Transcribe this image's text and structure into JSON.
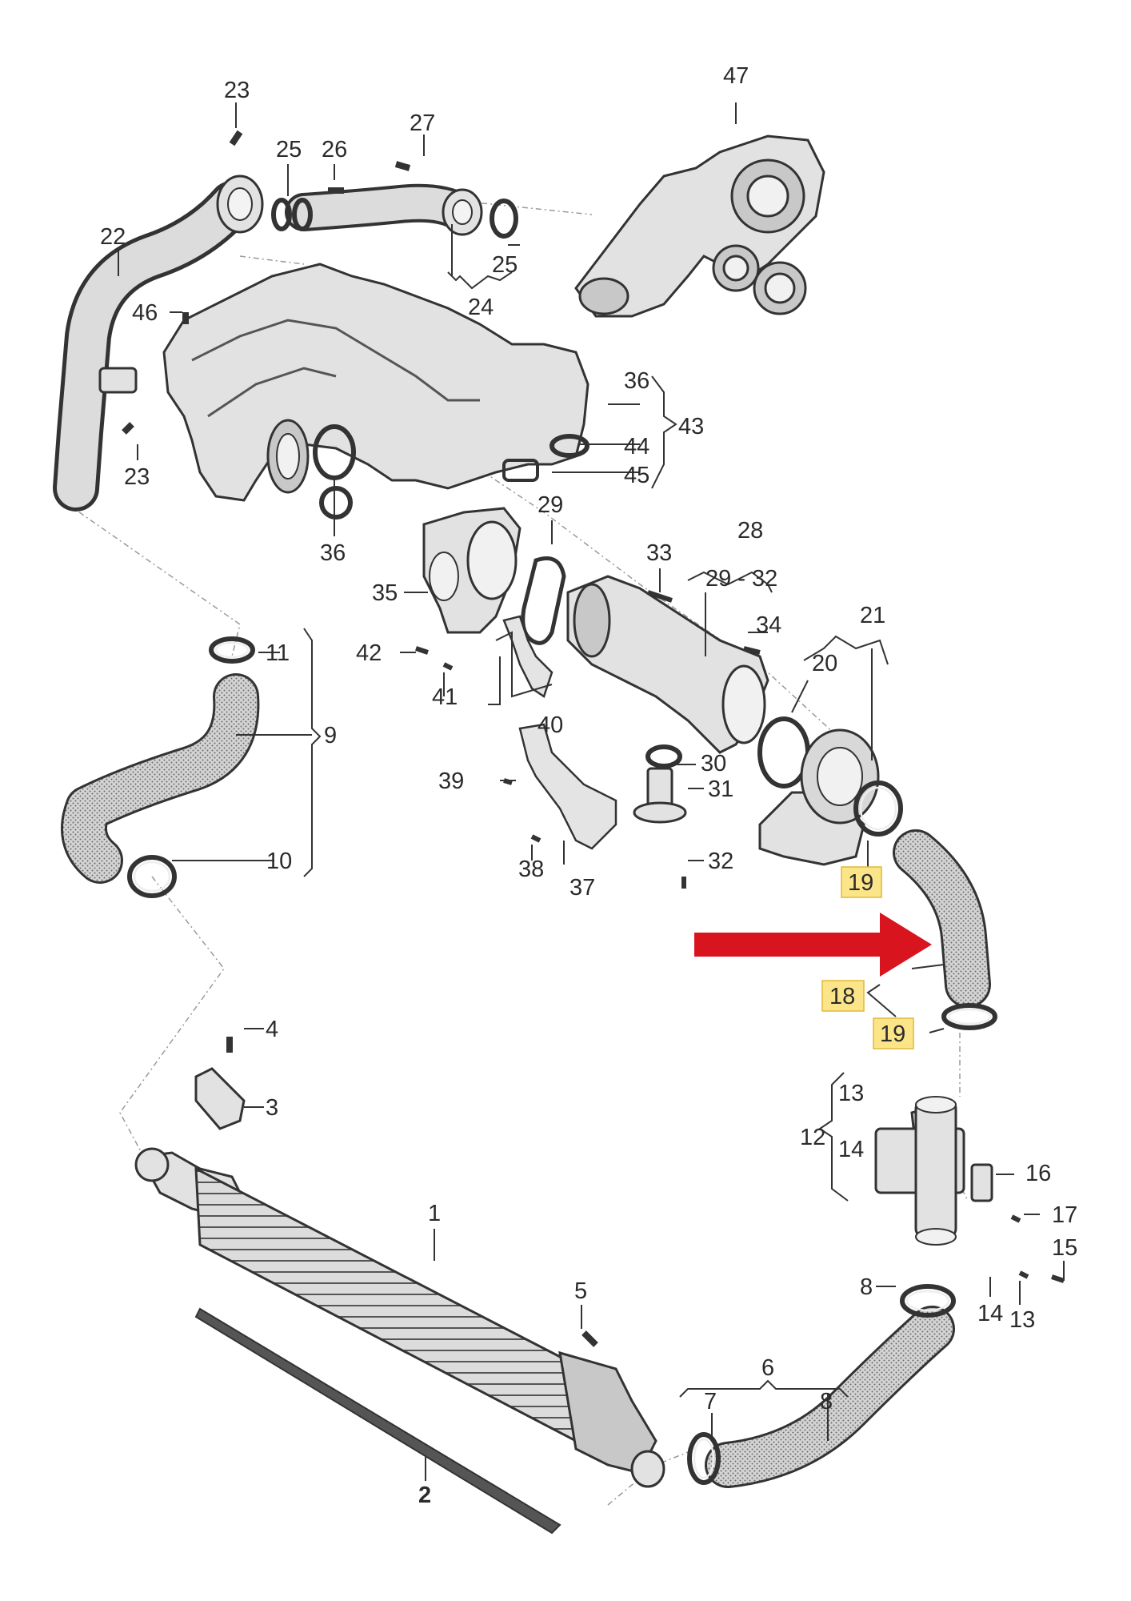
{
  "labels": {
    "l1": "1",
    "l2": "2",
    "l3": "3",
    "l4": "4",
    "l5": "5",
    "l6": "6",
    "l7": "7",
    "l8a": "8",
    "l8b": "8",
    "l9": "9",
    "l10": "10",
    "l11": "11",
    "l12": "12",
    "l13a": "13",
    "l13b": "13",
    "l14a": "14",
    "l14b": "14",
    "l15": "15",
    "l16": "16",
    "l17": "17",
    "l18": "18",
    "l19a": "19",
    "l19b": "19",
    "l20": "20",
    "l21": "21",
    "l22": "22",
    "l23a": "23",
    "l23b": "23",
    "l24": "24",
    "l25a": "25",
    "l25b": "25",
    "l26": "26",
    "l27": "27",
    "l28": "28",
    "l29a": "29",
    "l2932": "29 - 32",
    "l30": "30",
    "l31": "31",
    "l32": "32",
    "l33": "33",
    "l34": "34",
    "l35": "35",
    "l36a": "36",
    "l36b": "36",
    "l37": "37",
    "l38": "38",
    "l39": "39",
    "l40": "40",
    "l41": "41",
    "l42": "42",
    "l43": "43",
    "l44": "44",
    "l45": "45",
    "l46": "46",
    "l47": "47"
  },
  "highlight": {
    "box_color": "#fce488",
    "arrow_color": "#d8141f",
    "highlighted_parts": [
      "18",
      "19"
    ]
  }
}
